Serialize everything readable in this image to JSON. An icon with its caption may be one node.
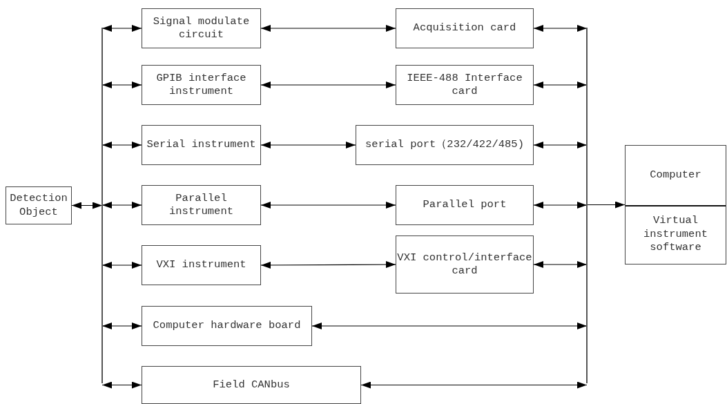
{
  "diagram": {
    "nodes": [
      {
        "text": [
          "Detection Object"
        ]
      },
      {
        "text": [],
        "shape": "bar"
      },
      {
        "text": [
          "Signal modulate circuit"
        ]
      },
      {
        "text": [
          "Acquisition card"
        ]
      },
      {
        "text": [
          "GPIB interface instrument"
        ]
      },
      {
        "text": [
          "IEEE-488 Interface card"
        ]
      },
      {
        "text": [
          "Serial instrument"
        ]
      },
      {
        "text": [
          "serial port（232/422/485)"
        ]
      },
      {
        "text": [
          "Parallel instrument"
        ]
      },
      {
        "text": [
          "Parallel port"
        ]
      },
      {
        "text": [
          "VXI instrument"
        ]
      },
      {
        "text": [
          "VXI control/interface card"
        ]
      },
      {
        "text": [
          "Computer hardware board"
        ]
      },
      {
        "text": [
          "Field CANbus"
        ]
      },
      {
        "text": [],
        "shape": "bar"
      },
      {
        "text": [
          "Computer",
          "Virtual instrument software"
        ]
      }
    ],
    "edges": [
      {
        "from": 0,
        "to": 1,
        "arrow": "both"
      },
      {
        "from": 1,
        "to": 2,
        "arrow": "both"
      },
      {
        "from": 1,
        "to": 4,
        "arrow": "both"
      },
      {
        "from": 1,
        "to": 6,
        "arrow": "both"
      },
      {
        "from": 1,
        "to": 8,
        "arrow": "both"
      },
      {
        "from": 1,
        "to": 10,
        "arrow": "both"
      },
      {
        "from": 1,
        "to": 12,
        "arrow": "both"
      },
      {
        "from": 1,
        "to": 13,
        "arrow": "both"
      },
      {
        "from": 2,
        "to": 3,
        "arrow": "both"
      },
      {
        "from": 4,
        "to": 5,
        "arrow": "both"
      },
      {
        "from": 6,
        "to": 7,
        "arrow": "both"
      },
      {
        "from": 8,
        "to": 9,
        "arrow": "both"
      },
      {
        "from": 10,
        "to": 11,
        "arrow": "both"
      },
      {
        "from": 3,
        "to": 14,
        "arrow": "both"
      },
      {
        "from": 5,
        "to": 14,
        "arrow": "both"
      },
      {
        "from": 7,
        "to": 14,
        "arrow": "both"
      },
      {
        "from": 9,
        "to": 14,
        "arrow": "both"
      },
      {
        "from": 11,
        "to": 14,
        "arrow": "both"
      },
      {
        "from": 12,
        "to": 14,
        "arrow": "both"
      },
      {
        "from": 13,
        "to": 14,
        "arrow": "both"
      },
      {
        "from": 14,
        "to": 15,
        "arrow": "to"
      }
    ]
  }
}
